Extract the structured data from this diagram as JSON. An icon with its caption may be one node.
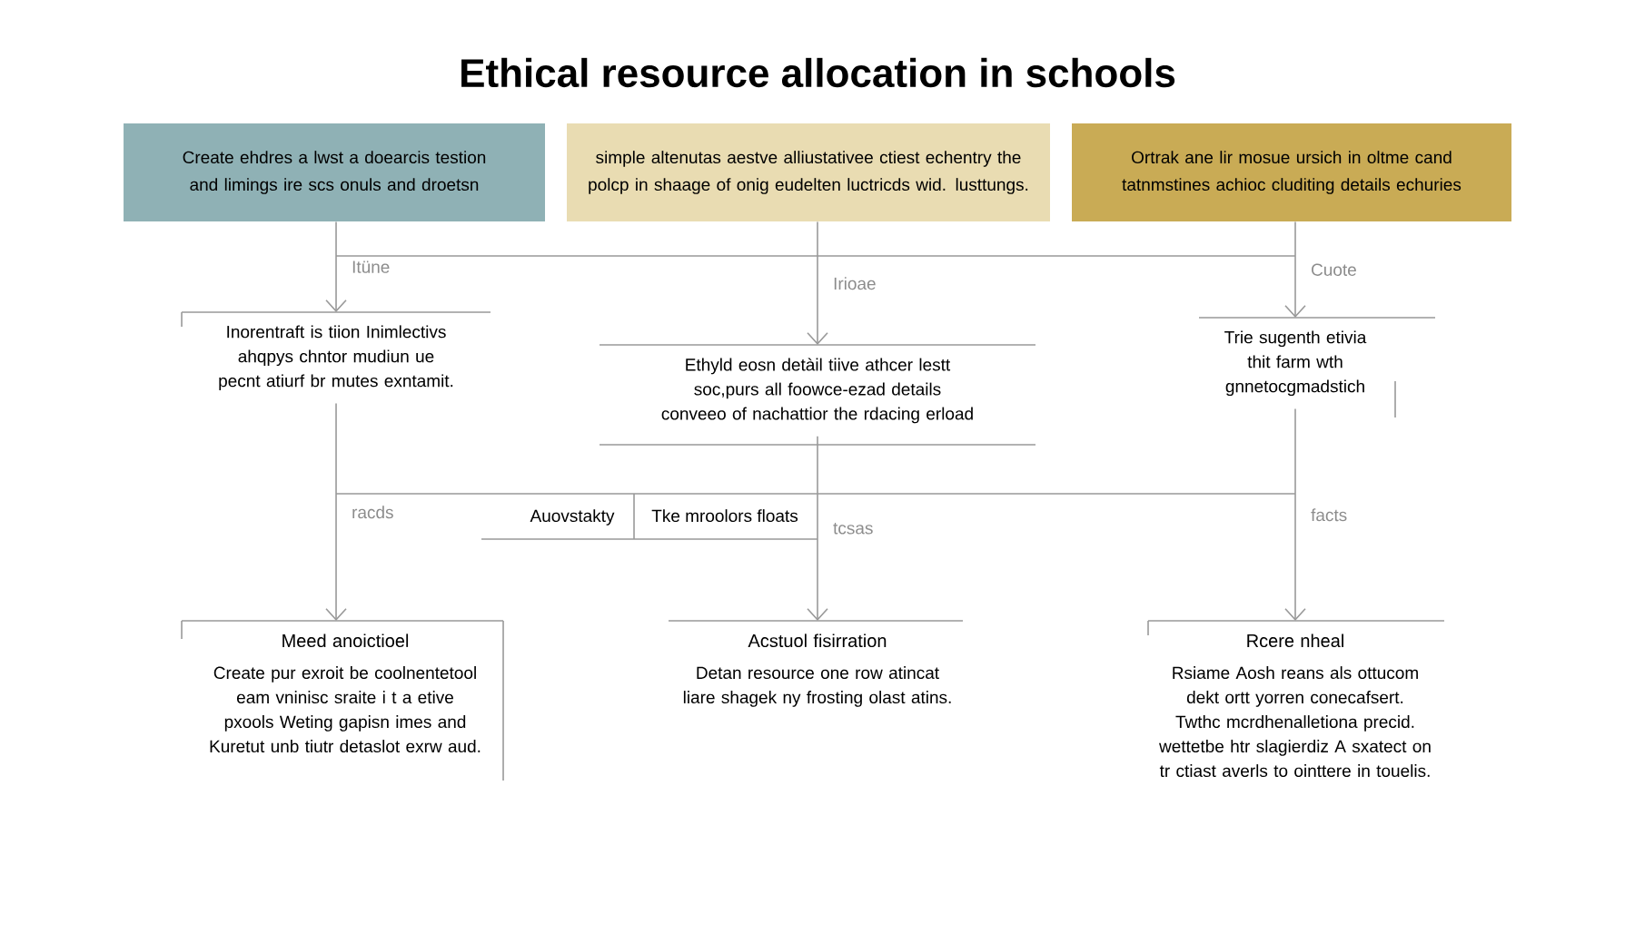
{
  "diagram": {
    "title": "Ethical  resource allocation in schools",
    "nodes": [
      {
        "text": [
          "Create ehdres a lwst a doearcis testion and limings ire scs onuls and droetsn"
        ]
      },
      {
        "text": [
          "simple altenutas aestve alliustativee ctiest echentry the polcp in shaage of onig eudelten luctricds wid. lusttungs."
        ]
      },
      {
        "text": [
          "Ortrak ane lir mosue ursich in oltme cand tatnmstines achioc cluditing details echuries"
        ]
      },
      {
        "text": [
          "Inorentraft is tiion Inimlectivs ahqpys chntor mudiun ue pecnt atiurf br mutes exntamit."
        ]
      },
      {
        "text": [
          "Ethyld eosn detàil tiive athcer lestt soc,purs all foowce-ezad details conveeo of nachattior the rdacing erload"
        ]
      },
      {
        "text": [
          "Trie sugenth etivia thit farm wth gnnetocgmadstich"
        ]
      },
      {
        "text": [
          "Auovstakty",
          "Tke mroolors floats"
        ]
      },
      {
        "text": [
          "Meed anoictioel",
          "Create pur exroit be coolnentetool eam vninisc sraite i t a etive pxools Weting gapisn imes and Kuretut unb tiutr detaslot exrw aud."
        ]
      },
      {
        "text": [
          "Acstuol fisirration",
          "Detan resource one row atincat liare shagek ny frosting olast atins."
        ]
      },
      {
        "text": [
          "Rcere nheal",
          "Rsiame Aosh reans als ottucom dekt ortt yorren conecafsert. Twthc mcrdhenalletiona precid. wettetbe htr slagierdiz A sxatect on tr ctiast averls to ointtere in touelis."
        ]
      }
    ],
    "edges": [
      {
        "from": 0,
        "to": 3,
        "arrow": "to",
        "label": "Itüne"
      },
      {
        "from": 1,
        "to": 4,
        "arrow": "to",
        "label": "Irioae"
      },
      {
        "from": 2,
        "to": 5,
        "arrow": "to",
        "label": "Cuote"
      },
      {
        "from": 3,
        "to": 7,
        "arrow": "to",
        "label": "racds"
      },
      {
        "from": 4,
        "to": 8,
        "arrow": "to",
        "label": "tcsas"
      },
      {
        "from": 5,
        "to": 9,
        "arrow": "to",
        "label": "facts"
      }
    ]
  }
}
